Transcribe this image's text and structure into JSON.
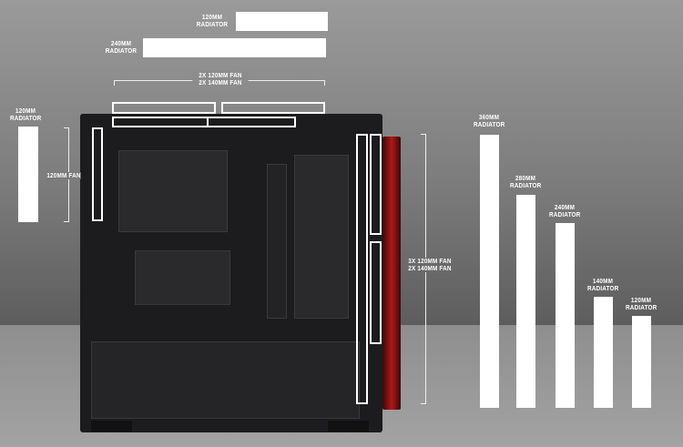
{
  "top": {
    "radiator_120": "120MM\nRADIATOR",
    "radiator_240": "240MM\nRADIATOR",
    "fans": "2X 120MM FAN\n2X 140MM FAN"
  },
  "rear": {
    "radiator_120": "120MM\nRADIATOR",
    "fan": "120MM FAN"
  },
  "front": {
    "fans": "3X 120MM FAN\n2X 140MM FAN"
  },
  "front_radiators": [
    {
      "label": "360MM\nRADIATOR",
      "size_mm": 360
    },
    {
      "label": "280MM\nRADIATOR",
      "size_mm": 280
    },
    {
      "label": "240MM\nRADIATOR",
      "size_mm": 240
    },
    {
      "label": "140MM\nRADIATOR",
      "size_mm": 140
    },
    {
      "label": "120MM\nRADIATOR",
      "size_mm": 120
    }
  ],
  "colors": {
    "bars": "#ffffff",
    "accent_led": "#b01818"
  }
}
